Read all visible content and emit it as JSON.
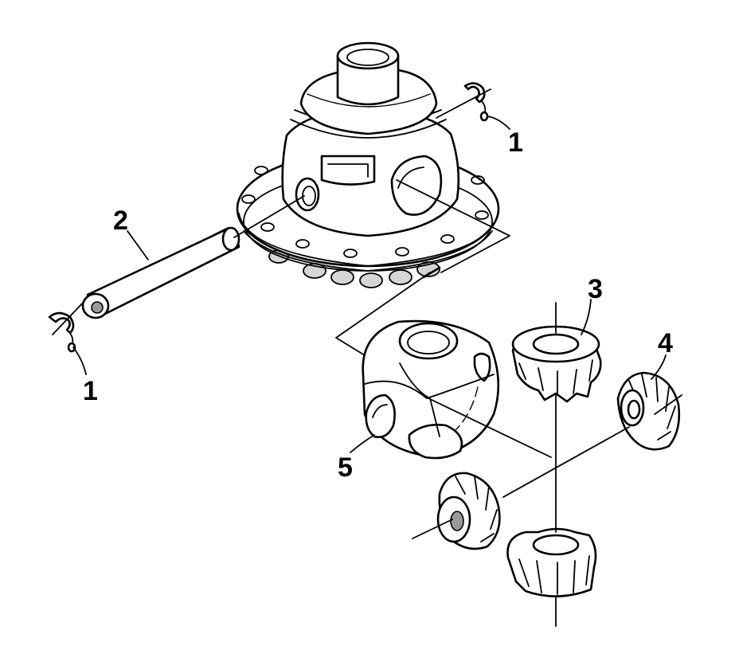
{
  "callouts": [
    {
      "label": "1"
    },
    {
      "label": "1"
    },
    {
      "label": "2"
    },
    {
      "label": "3"
    },
    {
      "label": "4"
    },
    {
      "label": "5"
    }
  ]
}
